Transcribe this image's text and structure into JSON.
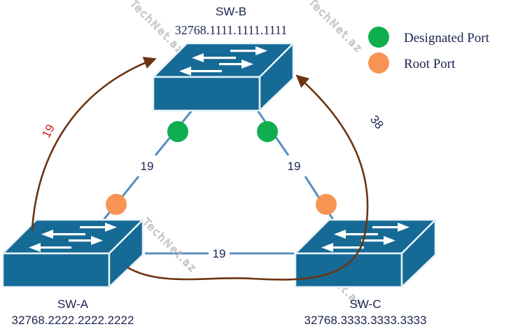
{
  "diagram": {
    "type": "spanning-tree-topology",
    "watermark": "TechNet.az",
    "colors": {
      "switch_fill": "#166a96",
      "switch_edge": "#e8f2f8",
      "link": "#5a8dbd",
      "path_arrow": "#6b3410",
      "designated_port": "#0fae4e",
      "root_port": "#f79454",
      "label_text": "#1b2450",
      "highlight_cost": "#d0202a"
    },
    "switches": [
      {
        "id": "SW-B",
        "name": "SW-B",
        "bridge_id": "32768.1111.1111.1111",
        "role": "root-bridge"
      },
      {
        "id": "SW-A",
        "name": "SW-A",
        "bridge_id": "32768.2222.2222.2222"
      },
      {
        "id": "SW-C",
        "name": "SW-C",
        "bridge_id": "32768.3333.3333.3333"
      }
    ],
    "links": [
      {
        "from": "SW-A",
        "to": "SW-B",
        "cost": "19",
        "ports": {
          "SW-A": "root",
          "SW-B": "designated"
        }
      },
      {
        "from": "SW-C",
        "to": "SW-B",
        "cost": "19",
        "ports": {
          "SW-C": "root",
          "SW-B": "designated"
        }
      },
      {
        "from": "SW-A",
        "to": "SW-C",
        "cost": "19",
        "ports": {}
      }
    ],
    "paths": [
      {
        "from": "SW-A",
        "to": "SW-B",
        "label": "19",
        "via": "direct"
      },
      {
        "from": "SW-A",
        "to": "SW-B",
        "label": "38",
        "via": "SW-C"
      }
    ],
    "legend": [
      {
        "label": "Designated Port",
        "color": "#0fae4e"
      },
      {
        "label": "Root Port",
        "color": "#f79454"
      }
    ]
  }
}
